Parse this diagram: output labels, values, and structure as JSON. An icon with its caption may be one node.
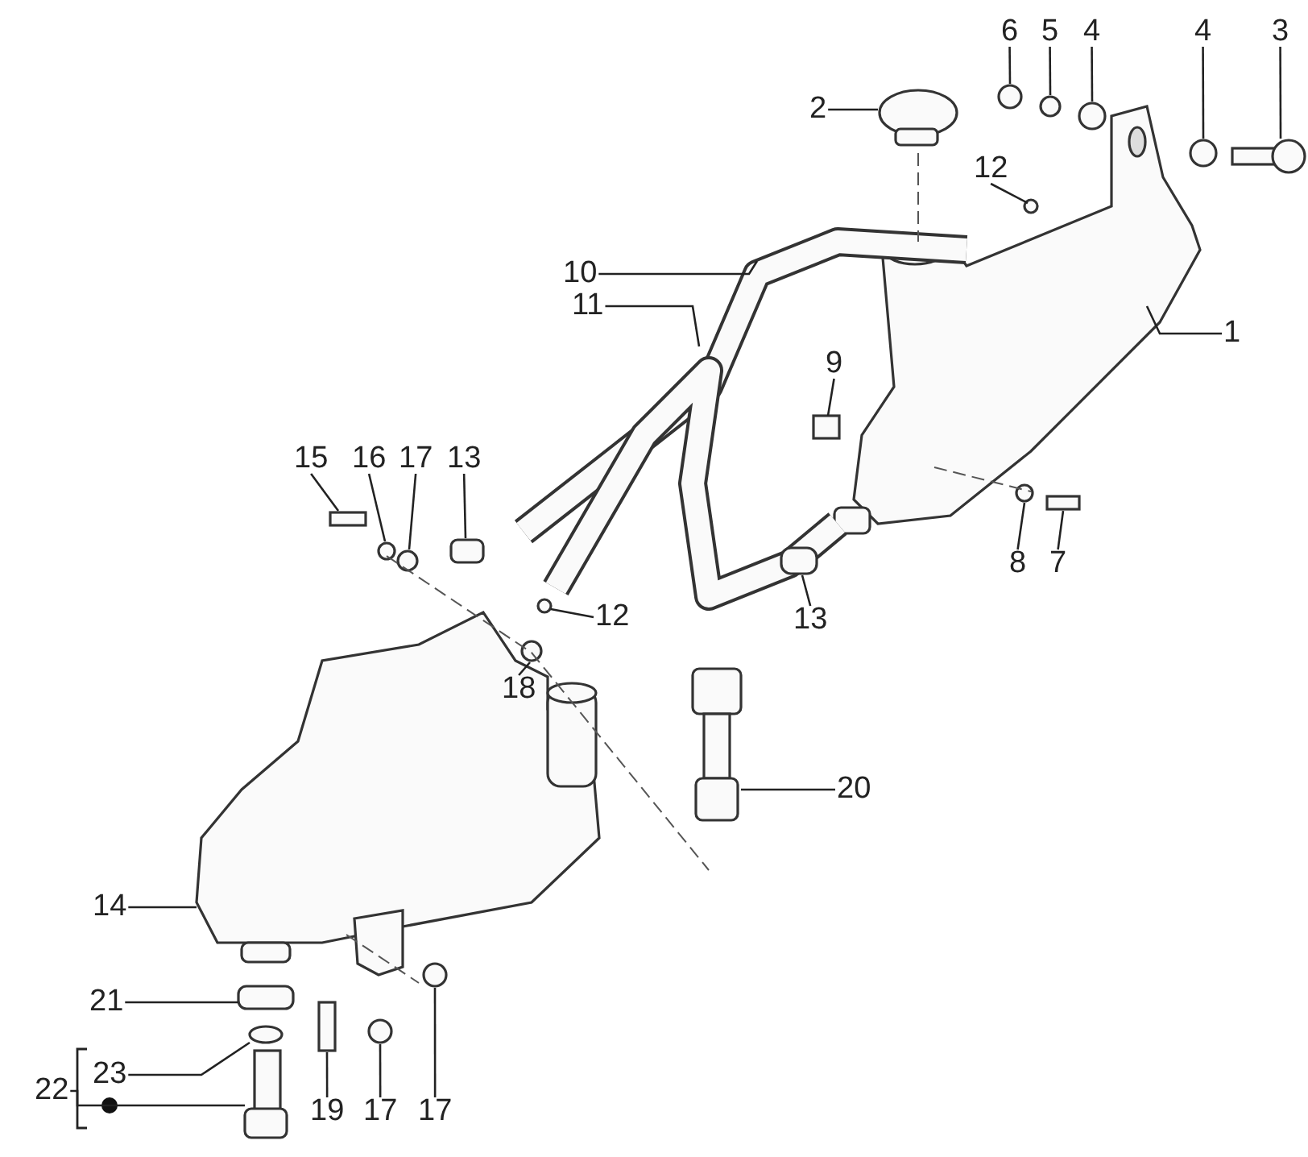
{
  "diagram": {
    "nodes": [
      {
        "text": [
          "1"
        ]
      },
      {
        "text": [
          "2"
        ]
      },
      {
        "text": [
          "3"
        ]
      },
      {
        "text": [
          "4"
        ]
      },
      {
        "text": [
          "4"
        ]
      },
      {
        "text": [
          "5"
        ]
      },
      {
        "text": [
          "6"
        ]
      },
      {
        "text": [
          "12"
        ]
      },
      {
        "text": [
          "10"
        ]
      },
      {
        "text": [
          "11"
        ]
      },
      {
        "text": [
          "9"
        ]
      },
      {
        "text": [
          "15"
        ]
      },
      {
        "text": [
          "16"
        ]
      },
      {
        "text": [
          "17"
        ]
      },
      {
        "text": [
          "13"
        ]
      },
      {
        "text": [
          "8"
        ]
      },
      {
        "text": [
          "7"
        ]
      },
      {
        "text": [
          "12"
        ]
      },
      {
        "text": [
          "13"
        ]
      },
      {
        "text": [
          "18"
        ]
      },
      {
        "text": [
          "20"
        ]
      },
      {
        "text": [
          "14"
        ]
      },
      {
        "text": [
          "21"
        ]
      },
      {
        "text": [
          "23"
        ]
      },
      {
        "text": [
          "22"
        ]
      },
      {
        "text": [
          "19"
        ]
      },
      {
        "text": [
          "17"
        ]
      },
      {
        "text": [
          "17"
        ]
      },
      {
        "text": [],
        "shape": "circle"
      },
      {
        "text": [],
        "shape": "picture"
      }
    ],
    "edges": [
      {
        "from": 0,
        "to": null,
        "arrow": "none"
      },
      {
        "from": 1,
        "to": null,
        "arrow": "none"
      },
      {
        "from": 2,
        "to": null,
        "arrow": "none"
      },
      {
        "from": 3,
        "to": null,
        "arrow": "none"
      },
      {
        "from": 4,
        "to": null,
        "arrow": "none"
      },
      {
        "from": 5,
        "to": null,
        "arrow": "none"
      },
      {
        "from": 6,
        "to": null,
        "arrow": "none"
      },
      {
        "from": 7,
        "to": null,
        "arrow": "none"
      },
      {
        "from": 8,
        "to": null,
        "arrow": "none"
      },
      {
        "from": 9,
        "to": null,
        "arrow": "none"
      },
      {
        "from": 10,
        "to": null,
        "arrow": "none"
      },
      {
        "from": 11,
        "to": null,
        "arrow": "none"
      },
      {
        "from": 12,
        "to": null,
        "arrow": "none"
      },
      {
        "from": 13,
        "to": null,
        "arrow": "none"
      },
      {
        "from": 14,
        "to": null,
        "arrow": "none"
      },
      {
        "from": 15,
        "to": null,
        "arrow": "none"
      },
      {
        "from": 16,
        "to": null,
        "arrow": "none"
      },
      {
        "from": 17,
        "to": null,
        "arrow": "none"
      },
      {
        "from": 18,
        "to": null,
        "arrow": "none"
      },
      {
        "from": 19,
        "to": null,
        "arrow": "none"
      },
      {
        "from": 20,
        "to": null,
        "arrow": "none"
      },
      {
        "from": 21,
        "to": null,
        "arrow": "none"
      },
      {
        "from": 22,
        "to": null,
        "arrow": "none"
      },
      {
        "from": 23,
        "to": 28,
        "arrow": "none"
      },
      {
        "from": 24,
        "to": 29,
        "arrow": "none"
      },
      {
        "from": 25,
        "to": null,
        "arrow": "none"
      },
      {
        "from": 26,
        "to": null,
        "arrow": "none"
      },
      {
        "from": 27,
        "to": null,
        "arrow": "none"
      }
    ]
  }
}
